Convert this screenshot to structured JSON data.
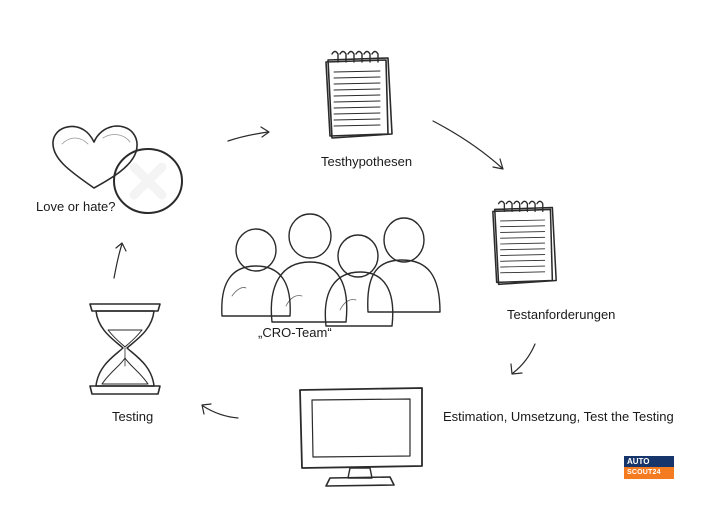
{
  "labels": {
    "love_or_hate": "Love or hate?",
    "testhypothesen": "Testhypothesen",
    "testanforderungen": "Testanforderungen",
    "estimation": "Estimation, Umsetzung, Test the Testing",
    "testing": "Testing",
    "cro_team": "„CRO-Team“"
  },
  "logo": {
    "top": "AUTO",
    "bottom": "SCOUT24",
    "colors": {
      "top": "#16366b",
      "bottom": "#f47b20"
    }
  },
  "icons": [
    "heart-icon",
    "cross-circle-icon",
    "notepad-icon",
    "notepad-icon",
    "monitor-icon",
    "hourglass-icon",
    "team-people-icon"
  ]
}
